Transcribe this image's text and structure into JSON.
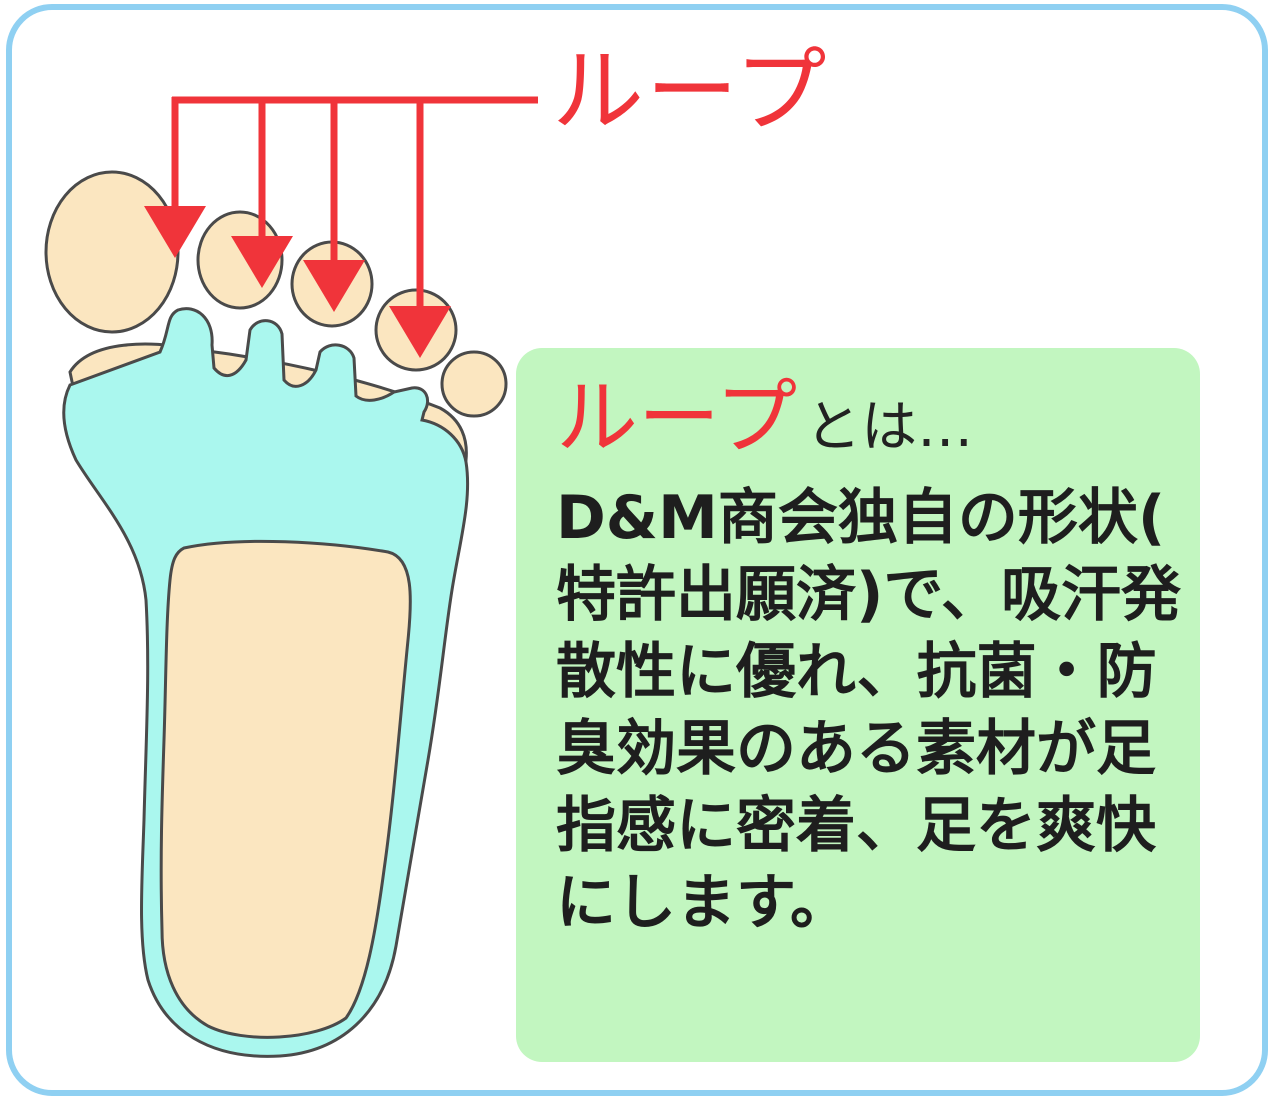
{
  "diagram": {
    "loop_label": "ループ",
    "info": {
      "heading_accent": "ループ",
      "heading_rest": "とは…",
      "description": "D&M商会独自の形状(特許出願済)で、吸汗発散性に優れ、抗菌・防臭効果のある素材が足指感に密着、足を爽快にします。"
    }
  },
  "colors": {
    "frame_border": "#8fd0f2",
    "accent_red": "#f0343a",
    "info_box_bg": "#c2f6c0",
    "insole_cyan": "#aaf7ee",
    "foot_skin": "#fbe6c0",
    "outline": "#4a4a4a"
  }
}
